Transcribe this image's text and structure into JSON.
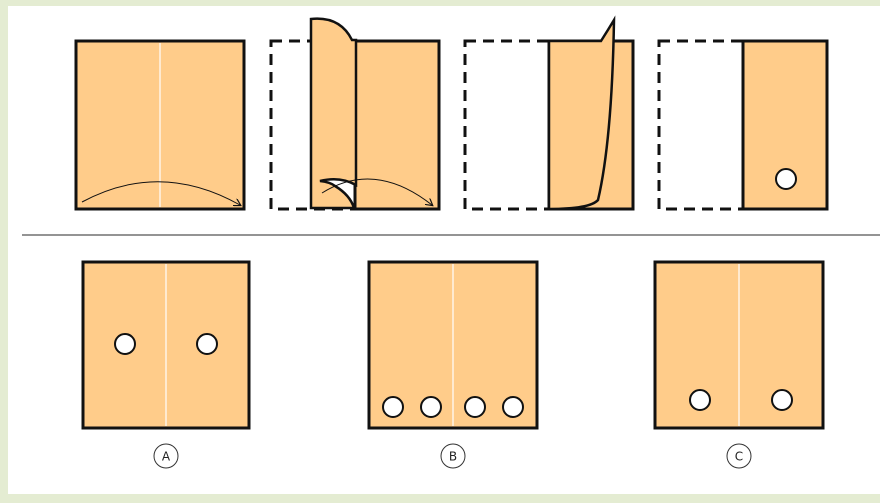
{
  "colors": {
    "paper": "#ffcc8a",
    "outline": "#111111",
    "crease": "#ffffff",
    "hole": "#ffffff",
    "page_background": "#e4ecd2",
    "panel_background": "#ffffff",
    "divider": "#555555"
  },
  "folding_sequence": {
    "steps": [
      {
        "step": 1,
        "description": "paper-with-fold-arrow"
      },
      {
        "step": 2,
        "description": "left-half-folding-over"
      },
      {
        "step": 3,
        "description": "half-folded-edge-curling"
      },
      {
        "step": 4,
        "description": "folded-paper-with-hole"
      }
    ]
  },
  "options": [
    {
      "label": "A",
      "hole_count": 2
    },
    {
      "label": "B",
      "hole_count": 4
    },
    {
      "label": "C",
      "hole_count": 2
    }
  ]
}
